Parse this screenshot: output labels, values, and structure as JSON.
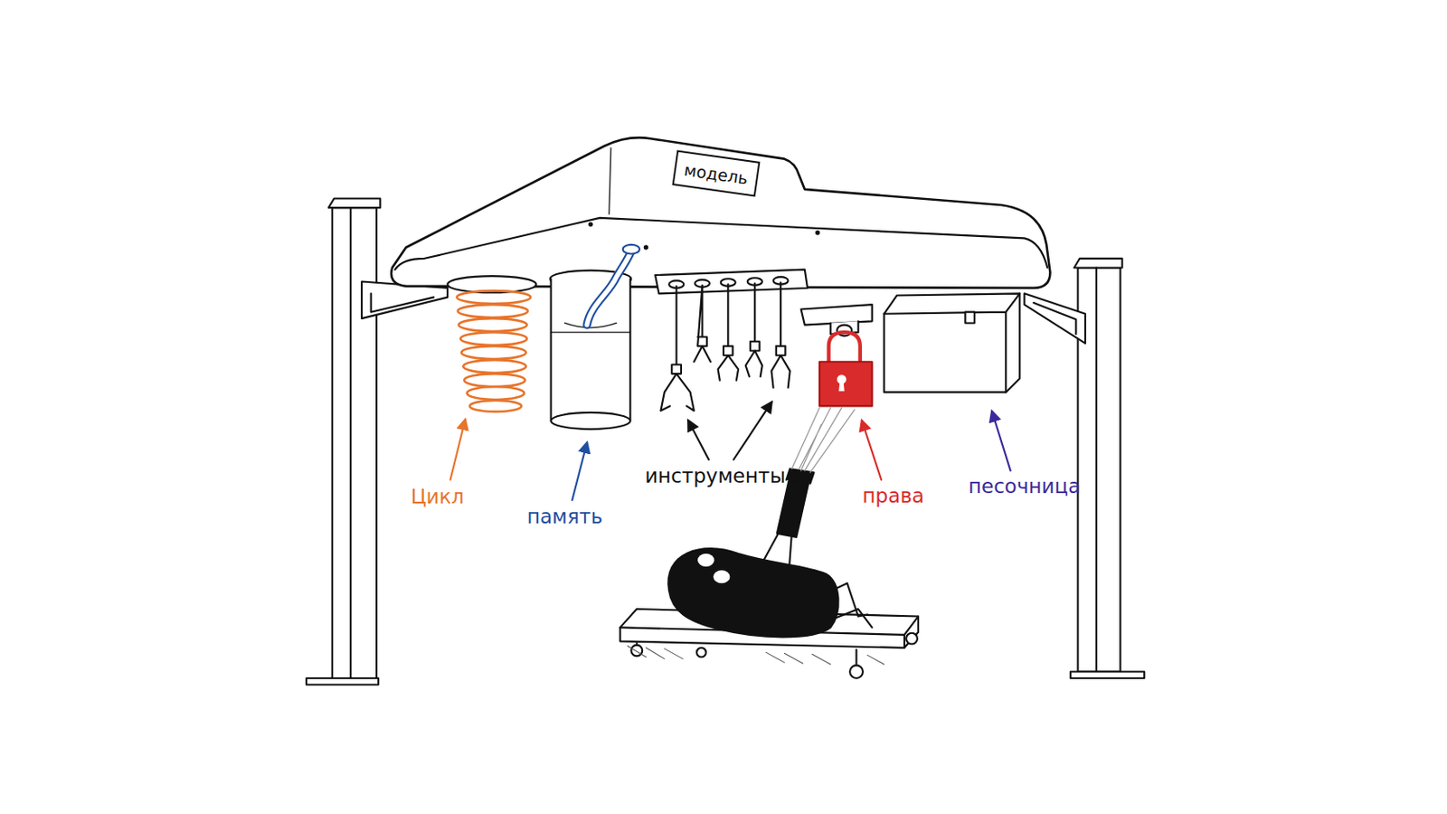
{
  "diagram": {
    "nodes": [
      {
        "text": [
          "модель"
        ]
      }
    ],
    "labels": [
      "Цикл",
      "память",
      "инструменты",
      "права",
      "песочница"
    ]
  }
}
